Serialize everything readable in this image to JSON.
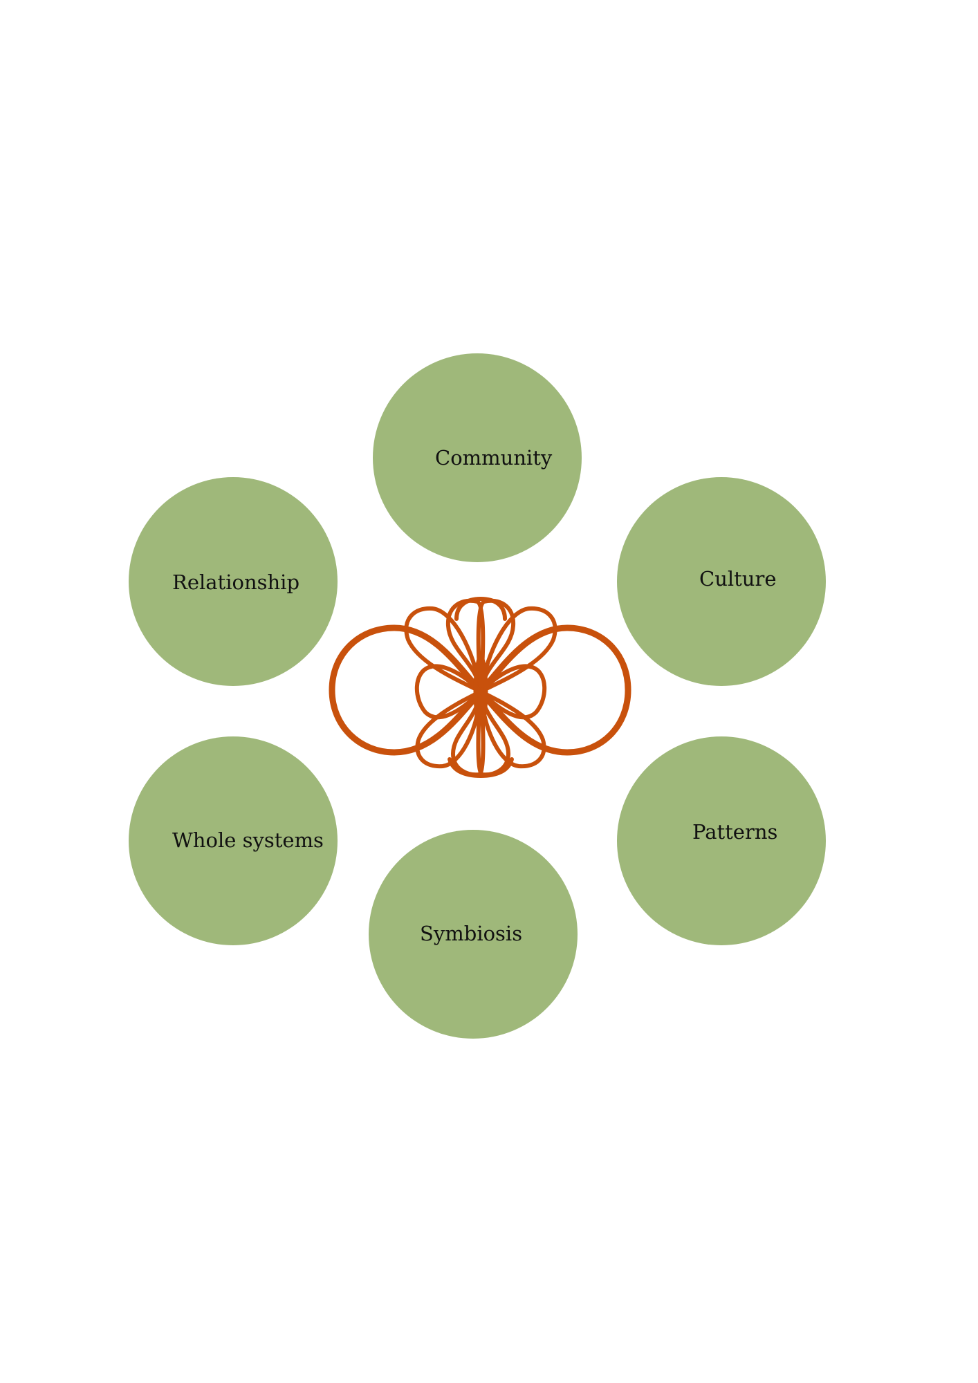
{
  "diagram": {
    "nodes": [
      {
        "id": "community",
        "label": "Community"
      },
      {
        "id": "relationship",
        "label": "Relationship"
      },
      {
        "id": "culture",
        "label": "Culture"
      },
      {
        "id": "whole-systems",
        "label": "Whole systems"
      },
      {
        "id": "patterns",
        "label": "Patterns"
      },
      {
        "id": "symbiosis",
        "label": "Symbiosis"
      }
    ],
    "center": {
      "icon": "knot-flower-icon"
    },
    "colors": {
      "circle_fill": "#9fb87a",
      "emblem_stroke": "#c8510c",
      "text": "#111111"
    }
  }
}
